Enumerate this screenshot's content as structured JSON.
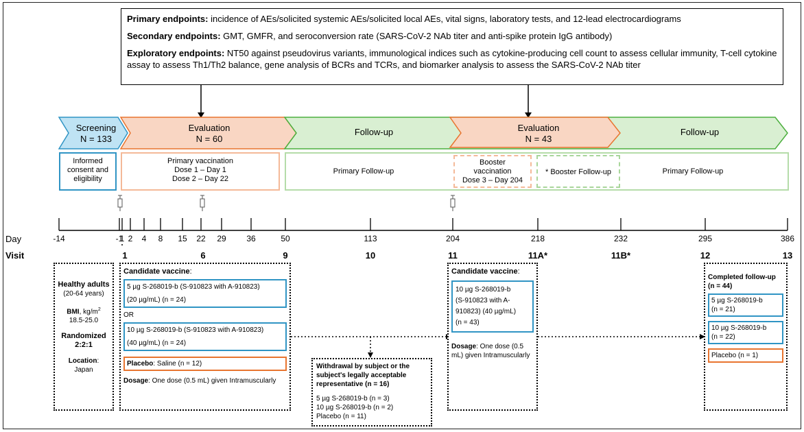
{
  "endpoints": {
    "primary_label": "Primary endpoints:",
    "primary_text": " incidence of AEs/solicited systemic AEs/solicited local AEs, vital signs, laboratory tests, and 12-lead electrocardiograms",
    "secondary_label": "Secondary endpoints:",
    "secondary_text": " GMT, GMFR, and seroconversion rate (SARS-CoV-2 NAb titer and anti-spike protein IgG antibody)",
    "exploratory_label": "Exploratory endpoints:",
    "exploratory_text": " NT50 against pseudovirus variants, immunological indices such as cytokine-producing cell count to assess cellular immunity, T-cell cytokine assay to assess Th1/Th2 balance, gene analysis of BCRs and TCRs, and biomarker analysis to assess the SARS-CoV-2 NAb titer"
  },
  "phases": {
    "screening": {
      "title": "Screening",
      "n": "N = 133"
    },
    "evaluation1": {
      "title": "Evaluation",
      "n": "N = 60"
    },
    "followup1": {
      "title": "Follow-up"
    },
    "evaluation2": {
      "title": "Evaluation",
      "n": "N = 43"
    },
    "followup2": {
      "title": "Follow-up"
    }
  },
  "subboxes": {
    "consent": [
      "Informed",
      "consent and",
      "eligibility"
    ],
    "primary_vacc": [
      "Primary vaccination",
      "Dose 1 – Day 1",
      "Dose 2 – Day 22"
    ],
    "primary_followup1": "Primary Follow-up",
    "booster": [
      "Booster",
      "vaccination",
      "Dose 3 – Day 204"
    ],
    "booster_followup": "* Booster Follow-up",
    "primary_followup2": "Primary Follow-up"
  },
  "timeline": {
    "day_label": "Day",
    "visit_label": "Visit",
    "days": [
      "-14",
      "-1",
      "1",
      "2",
      "4",
      "8",
      "15",
      "22",
      "29",
      "36",
      "50",
      "113",
      "204",
      "218",
      "232",
      "295",
      "386"
    ],
    "visits": [
      "1",
      "6",
      "9",
      "10",
      "11",
      "11A*",
      "11B*",
      "12",
      "13"
    ]
  },
  "eligibility": {
    "healthy": "Healthy adults",
    "age": "(20-64 years)",
    "bmi_label": "BMI",
    "bmi_unit": ", kg/m",
    "bmi_sup": "2",
    "bmi_range": "18.5-25.0",
    "randomized": "Randomized",
    "ratio": "2:2:1",
    "location_label": "Location",
    "location": "Japan"
  },
  "group1": {
    "heading": "Candidate vaccine",
    "dose5_a": "5 µg S-268019-b (S-910823 with A-910823)",
    "dose5_b": "(20 µg/mL) (n = 24)",
    "or": "OR",
    "dose10_a": "10 µg S-268019-b (S-910823 with A-910823)",
    "dose10_b": "(40 µg/mL) (n = 24)",
    "placebo_label": "Placebo",
    "placebo_text": ": Saline (n = 12)",
    "dosage_label": "Dosage",
    "dosage_text": ": One dose (0.5 mL) given Intramuscularly"
  },
  "withdrawal": {
    "heading": "Withdrawal by subject or the subject's legally acceptable representative (n = 16)",
    "line1": "5 µg S-268019-b (n = 3)",
    "line2": "10 µg S-268019-b (n = 2)",
    "line3": "Placebo (n = 11)"
  },
  "group2": {
    "heading": "Candidate vaccine",
    "dose_lines": [
      "10 µg S-268019-b",
      "(S-910823 with A-",
      "910823) (40 µg/mL)",
      "(n = 43)"
    ],
    "dosage_label": "Dosage",
    "dosage_text": ": One dose (0.5 mL) given Intramuscularly"
  },
  "completed": {
    "heading": "Completed follow-up (n = 44)",
    "g5": [
      "5 µg S-268019-b",
      "(n = 21)"
    ],
    "g10": [
      "10 µg S-268019-b",
      "(n = 22)"
    ],
    "placebo": "Placebo (n = 1)"
  },
  "colors": {
    "blue": "#2f94c4",
    "blue_fill": "#bfe3f4",
    "orange": "#e8742e",
    "orange_fill": "#f9d6c3",
    "green": "#4caf3e",
    "green_fill": "#d9efd2"
  }
}
